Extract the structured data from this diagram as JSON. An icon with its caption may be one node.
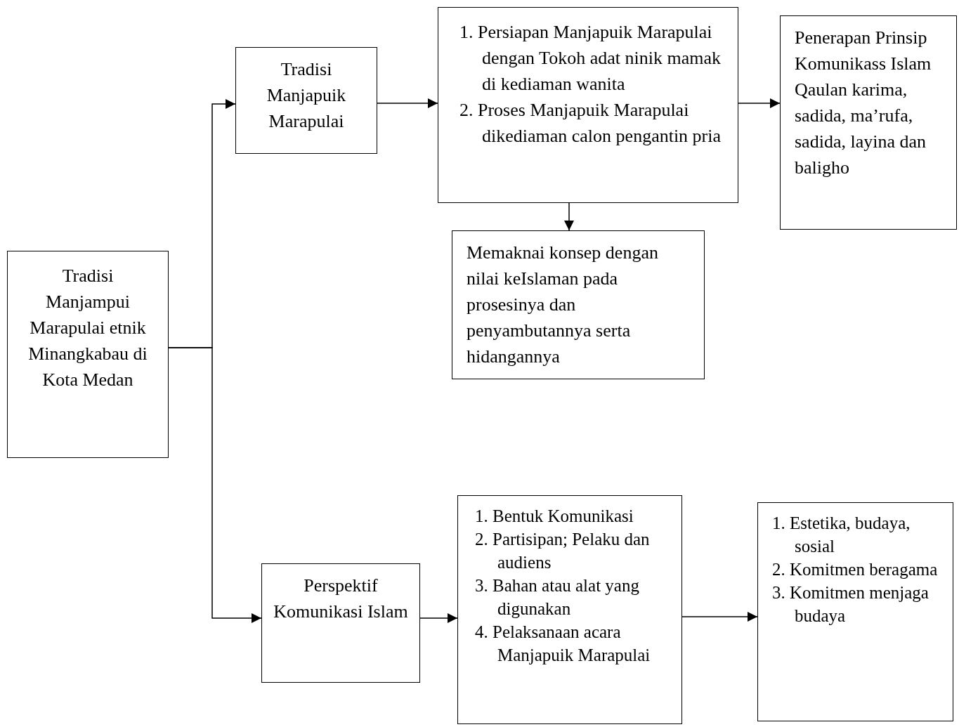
{
  "diagram": {
    "nodes": [
      {
        "text": [
          "Tradisi Manjampui Marapulai etnik Minangkabau di Kota Medan"
        ]
      },
      {
        "text": [
          "Tradisi Manjapuik Marapulai"
        ]
      },
      {
        "text": [
          "1. Persiapan Manjapuik Marapulai dengan Tokoh adat ninik mamak di kediaman wanita",
          "2. Proses Manjapuik Marapulai dikediaman calon pengantin pria"
        ]
      },
      {
        "text": [
          "Penerapan Prinsip Komunikass Islam Qaulan karima, sadida, ma’rufa, sadida, layina dan baligho"
        ]
      },
      {
        "text": [
          "Memaknai konsep dengan nilai keIslaman pada prosesinya dan penyambutannya serta hidangannya"
        ]
      },
      {
        "text": [
          "Perspektif Komunikasi Islam"
        ]
      },
      {
        "text": [
          "1. Bentuk Komunikasi",
          "2. Partisipan; Pelaku dan audiens",
          "3. Bahan atau alat yang digunakan",
          "4. Pelaksanaan acara Manjapuik Marapulai"
        ]
      },
      {
        "text": [
          "1. Estetika, budaya, sosial",
          "2. Komitmen beragama",
          "3. Komitmen menjaga budaya"
        ]
      }
    ],
    "edges": [
      {
        "from": 0,
        "to": 1,
        "arrow": "to"
      },
      {
        "from": 0,
        "to": 5,
        "arrow": "to"
      },
      {
        "from": 1,
        "to": 2,
        "arrow": "to"
      },
      {
        "from": 2,
        "to": 3,
        "arrow": "to"
      },
      {
        "from": 2,
        "to": 4,
        "arrow": "to"
      },
      {
        "from": 5,
        "to": 6,
        "arrow": "to"
      },
      {
        "from": 6,
        "to": 7,
        "arrow": "to"
      }
    ]
  }
}
